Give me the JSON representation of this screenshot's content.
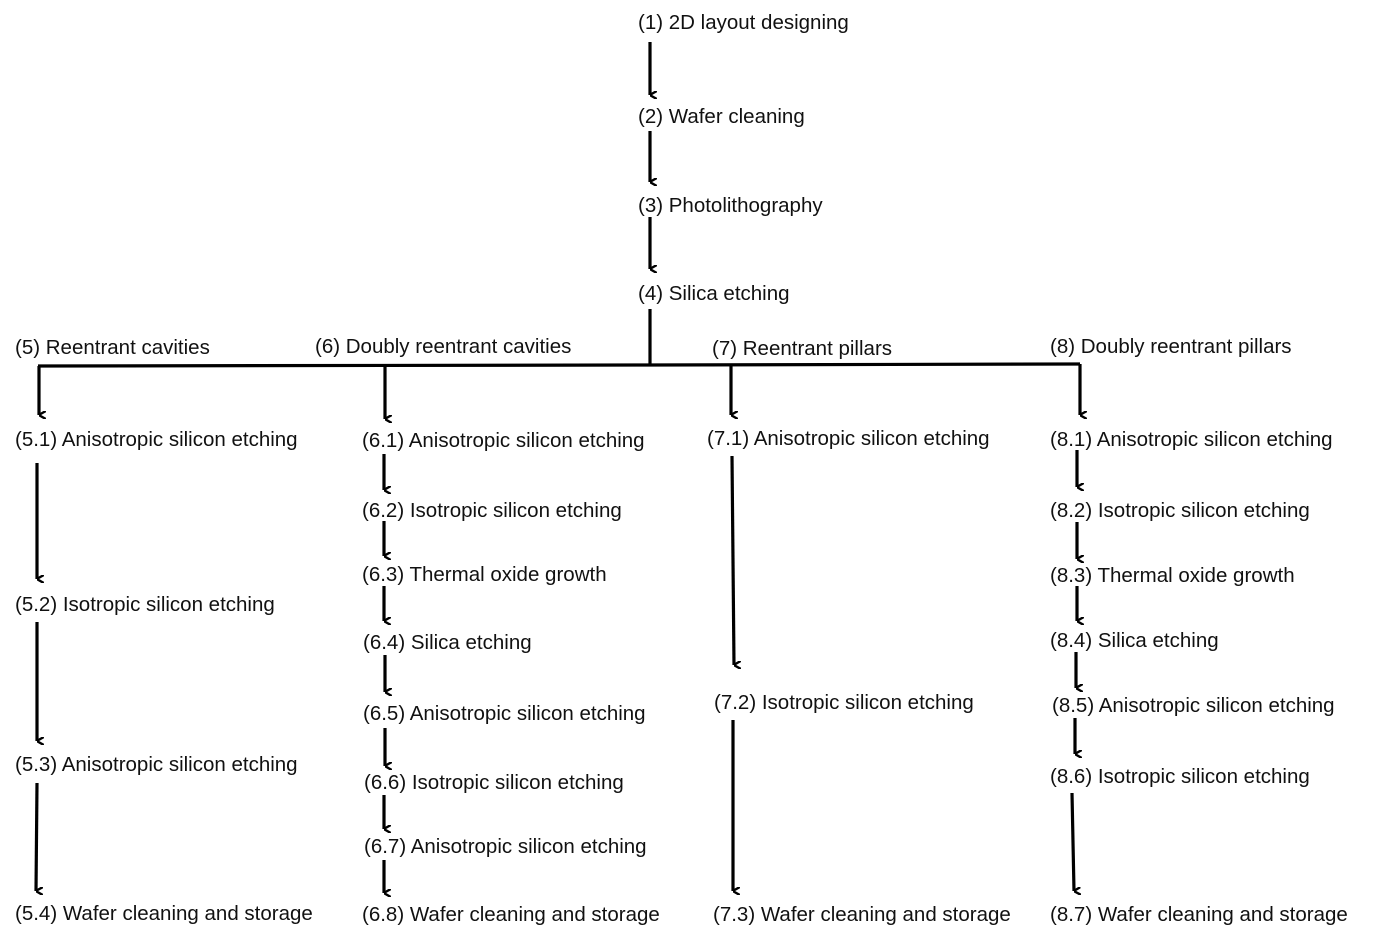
{
  "diagram": {
    "root_steps": [
      "(1) 2D layout designing",
      "(2) Wafer cleaning",
      "(3) Photolithography",
      "(4) Silica etching"
    ],
    "branches": [
      {
        "title": "(5) Reentrant cavities",
        "steps": [
          "(5.1) Anisotropic silicon etching",
          "(5.2) Isotropic silicon etching",
          "(5.3) Anisotropic silicon etching",
          "(5.4) Wafer cleaning and storage"
        ]
      },
      {
        "title": "(6) Doubly reentrant cavities",
        "steps": [
          "(6.1) Anisotropic silicon etching",
          "(6.2) Isotropic silicon etching",
          "(6.3) Thermal oxide growth",
          "(6.4) Silica etching",
          "(6.5) Anisotropic silicon etching",
          "(6.6) Isotropic silicon etching",
          "(6.7) Anisotropic silicon etching",
          "(6.8) Wafer cleaning and storage"
        ]
      },
      {
        "title": "(7) Reentrant pillars",
        "steps": [
          "(7.1) Anisotropic silicon etching",
          "(7.2) Isotropic silicon etching",
          "(7.3) Wafer cleaning and storage"
        ]
      },
      {
        "title": "(8) Doubly reentrant pillars",
        "steps": [
          "(8.1) Anisotropic silicon etching",
          "(8.2) Isotropic silicon etching",
          "(8.3) Thermal oxide growth",
          "(8.4) Silica etching",
          "(8.5) Anisotropic silicon etching",
          "(8.6) Isotropic silicon etching",
          "(8.7) Wafer cleaning and storage"
        ]
      }
    ]
  },
  "colors": {
    "line": "#000000",
    "text": "#111111",
    "background": "#ffffff"
  }
}
